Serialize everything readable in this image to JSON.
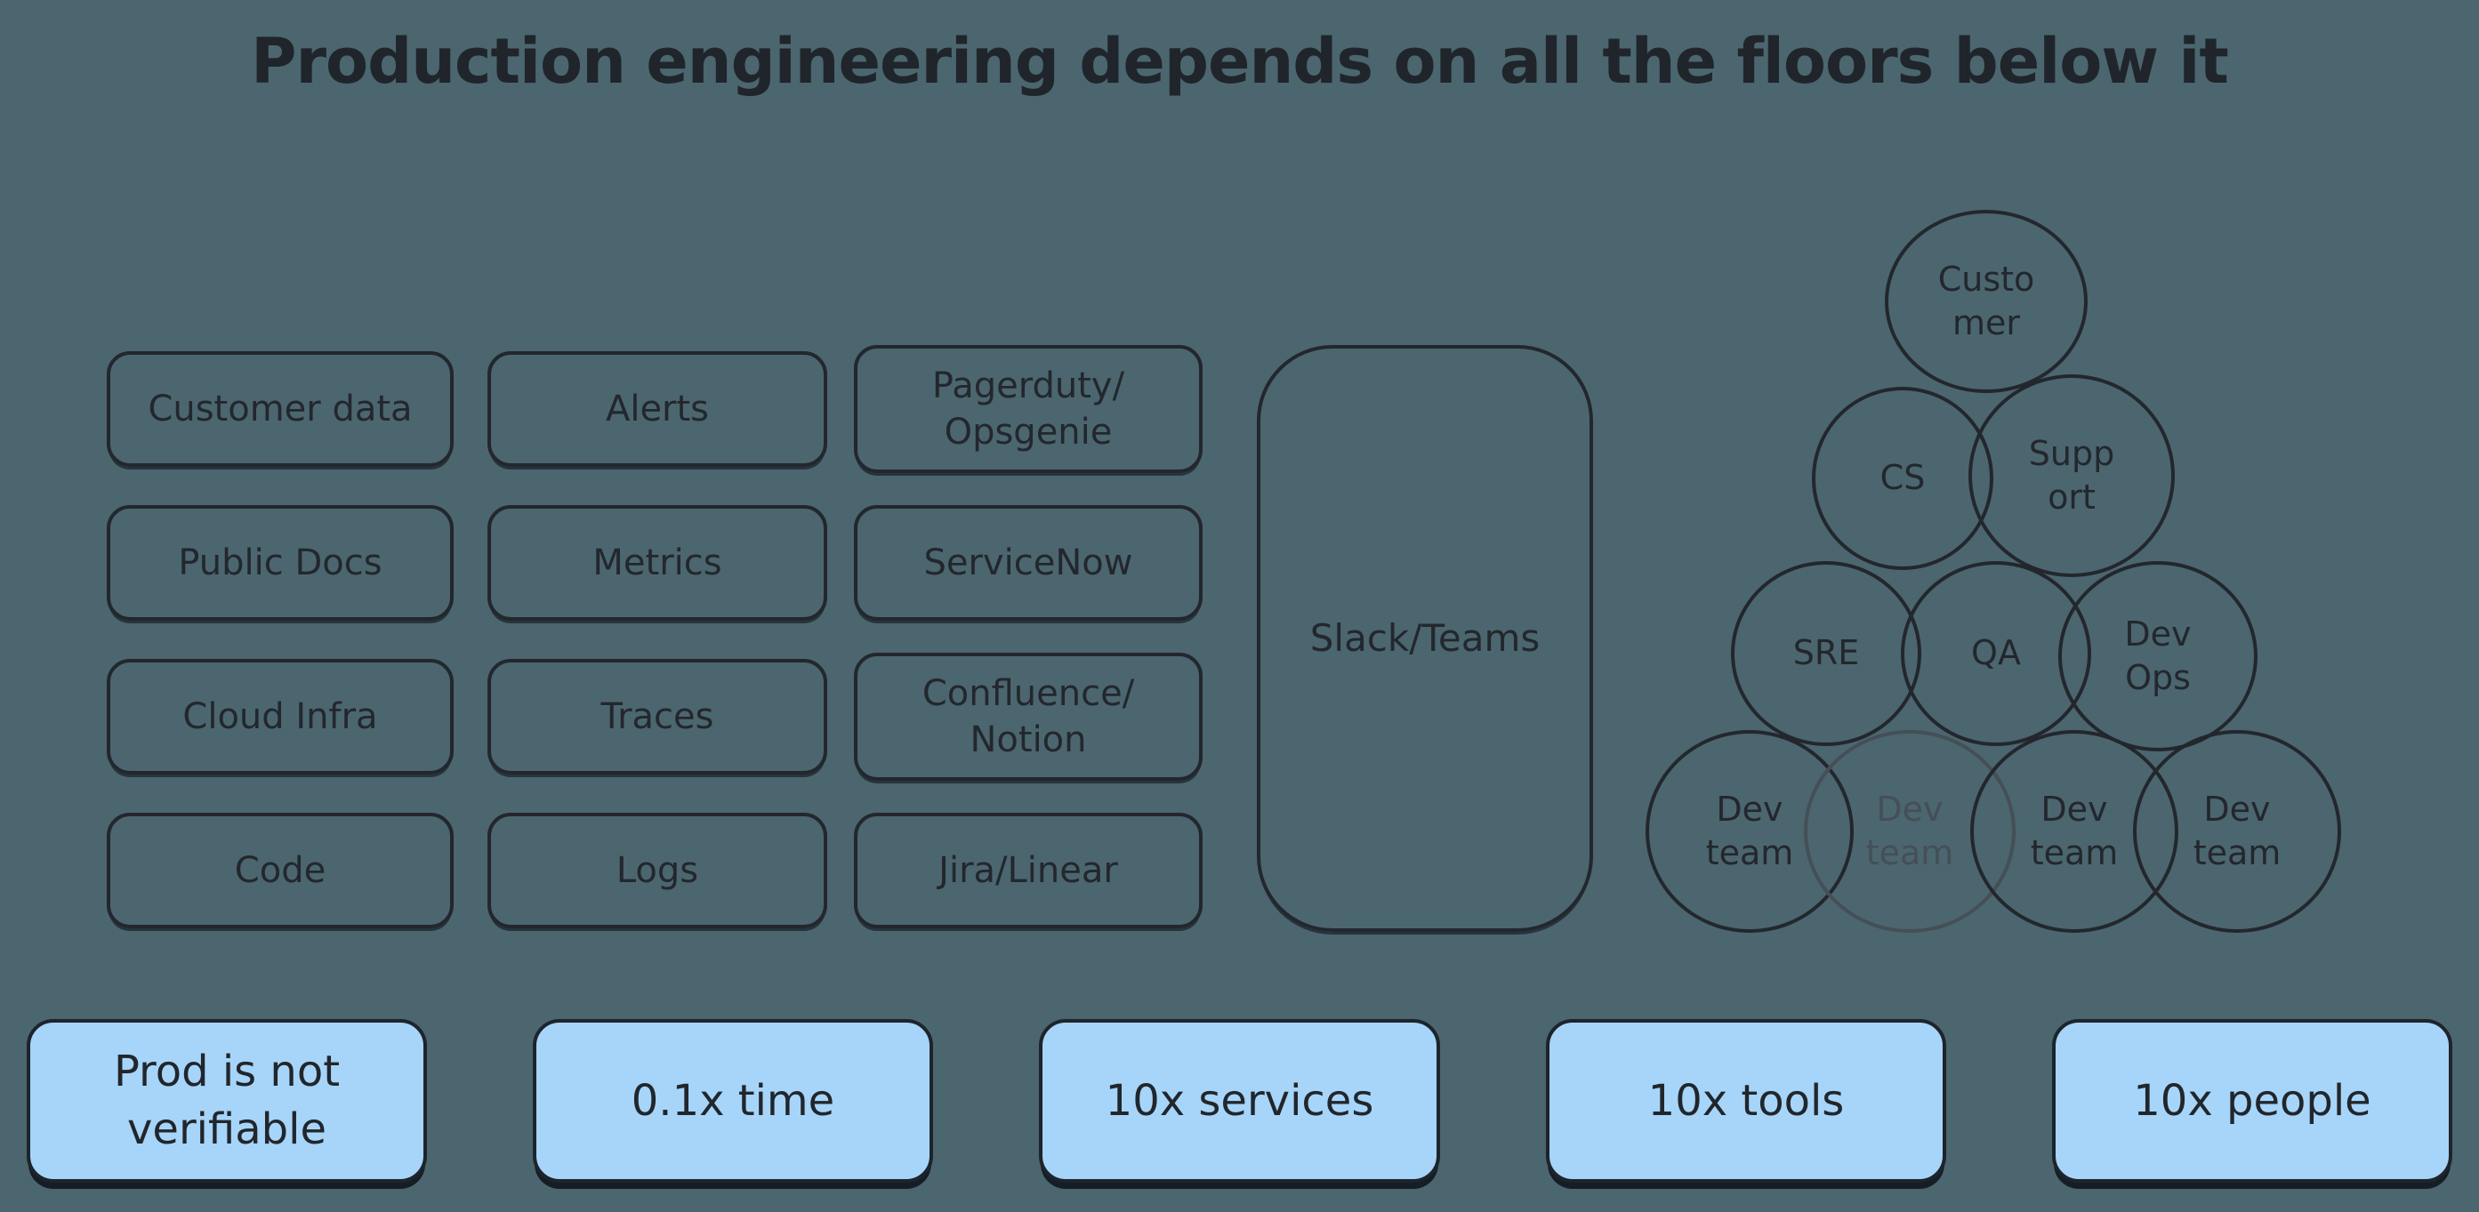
{
  "title": "Production engineering depends on all the floors below it",
  "colors": {
    "background": "#4B666E",
    "ink": "#23272D",
    "muted_ink": "#454F57",
    "callout_fill": "#A6D5F9"
  },
  "tools": [
    {
      "label": "Customer data"
    },
    {
      "label": "Alerts"
    },
    {
      "label": "Pagerduty/\nOpsgenie"
    },
    {
      "label": "Public Docs"
    },
    {
      "label": "Metrics"
    },
    {
      "label": "ServiceNow"
    },
    {
      "label": "Cloud Infra"
    },
    {
      "label": "Traces"
    },
    {
      "label": "Confluence/\nNotion"
    },
    {
      "label": "Code"
    },
    {
      "label": "Logs"
    },
    {
      "label": "Jira/Linear"
    }
  ],
  "hub": {
    "label": "Slack/Teams"
  },
  "pyramid": [
    {
      "label": "Custo\nmer"
    },
    {
      "label": "CS"
    },
    {
      "label": "Supp\nort"
    },
    {
      "label": "SRE"
    },
    {
      "label": "QA"
    },
    {
      "label": "Dev\nOps"
    },
    {
      "label": "Dev\nteam"
    },
    {
      "label": "Dev\nteam"
    },
    {
      "label": "Dev\nteam"
    },
    {
      "label": "Dev\nteam"
    }
  ],
  "callouts": [
    {
      "label": "Prod is not\nverifiable"
    },
    {
      "label": "0.1x time"
    },
    {
      "label": "10x services"
    },
    {
      "label": "10x tools"
    },
    {
      "label": "10x people"
    }
  ]
}
